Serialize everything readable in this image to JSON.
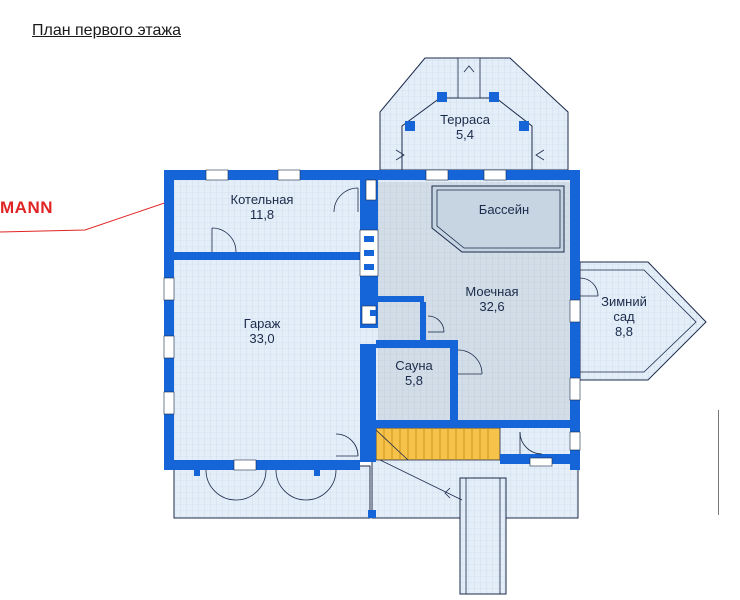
{
  "page": {
    "title": "План первого этажа",
    "brand": "MANN"
  },
  "colors": {
    "wall": "#1565d8",
    "grid_bg": "#e4eef8",
    "grid_line": "#c5d6e8",
    "pool": "#c7d5e3",
    "wet_room": "#d2dde7",
    "stairs": "#f7c24a",
    "outline": "#1b2a4a",
    "brand_red": "#e02424"
  },
  "rooms": {
    "boiler": {
      "name": "Котельная",
      "area": "11,8"
    },
    "garage": {
      "name": "Гараж",
      "area": "33,0"
    },
    "terrace": {
      "name": "Терраса",
      "area": "5,4"
    },
    "pool": {
      "name": "Бассейн"
    },
    "washroom": {
      "name": "Моечная",
      "area": "32,6"
    },
    "winter_garden": {
      "name": "Зимний",
      "name2": "сад",
      "area": "8,8"
    },
    "sauna": {
      "name": "Сауна",
      "area": "5,8"
    }
  }
}
